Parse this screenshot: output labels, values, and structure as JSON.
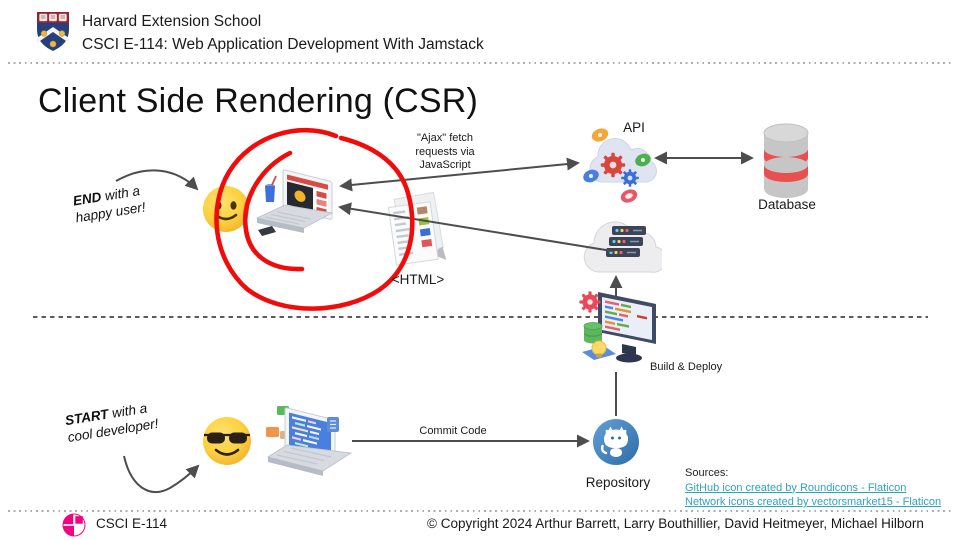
{
  "header": {
    "school": "Harvard Extension School",
    "course": "CSCI E-114: Web Application Development With Jamstack"
  },
  "title": "Client Side Rendering (CSR)",
  "notes": {
    "end": {
      "word": "END",
      "rest": " with a",
      "line2": "happy user!"
    },
    "start": {
      "word": "START",
      "rest": " with a",
      "line2": "cool developer!"
    }
  },
  "labels": {
    "ajax": "\"Ajax\" fetch\nrequests via\nJavaScript",
    "api": "API",
    "database": "Database",
    "html": "<HTML>",
    "build_deploy": "Build & Deploy",
    "commit_code": "Commit Code",
    "repository": "Repository"
  },
  "sources": {
    "heading": "Sources:",
    "links": [
      {
        "text": "GitHub icon created by Roundicons - Flaticon"
      },
      {
        "text": "Network icons created by vectorsmarket15 - Flaticon"
      }
    ]
  },
  "footer": {
    "course_code": "CSCI E-114",
    "copyright": "© Copyright 2024 Arthur Barrett, Larry Bouthillier, David Heitmeyer, Michael Hilborn"
  },
  "icons": {
    "harvard-shield-icon": "crest-shield",
    "happy-user-emoji-icon": "🙂",
    "cool-developer-emoji-icon": "😎",
    "viewer-laptop-icon": "laptop-playing-video",
    "developer-laptop-icon": "laptop-with-code",
    "html-document-icon": "document-page",
    "api-cloud-icon": "cloud-with-gears",
    "database-icon": "cylinder-red-bands",
    "hosting-cloud-icon": "cloud-with-servers",
    "build-monitor-icon": "monitor-gear-db-bulb",
    "github-icon": "octocat-in-blue-circle",
    "jamstack-logo-icon": "pink-quadrant-circle",
    "red-circle-annotation": "hand-drawn-double-ellipse"
  },
  "colors": {
    "annotation_red": "#f10c0c",
    "arrow_gray": "#4d4d4d",
    "link_teal": "#2FA3BE",
    "jamstack_pink": "#f0047f",
    "harvard_crimson": "#9c1f33",
    "harvard_navy": "#26407e",
    "emoji_yellow": "#fdd23f",
    "github_blue": "#3f7fb5",
    "database_band_red": "#e85050"
  }
}
